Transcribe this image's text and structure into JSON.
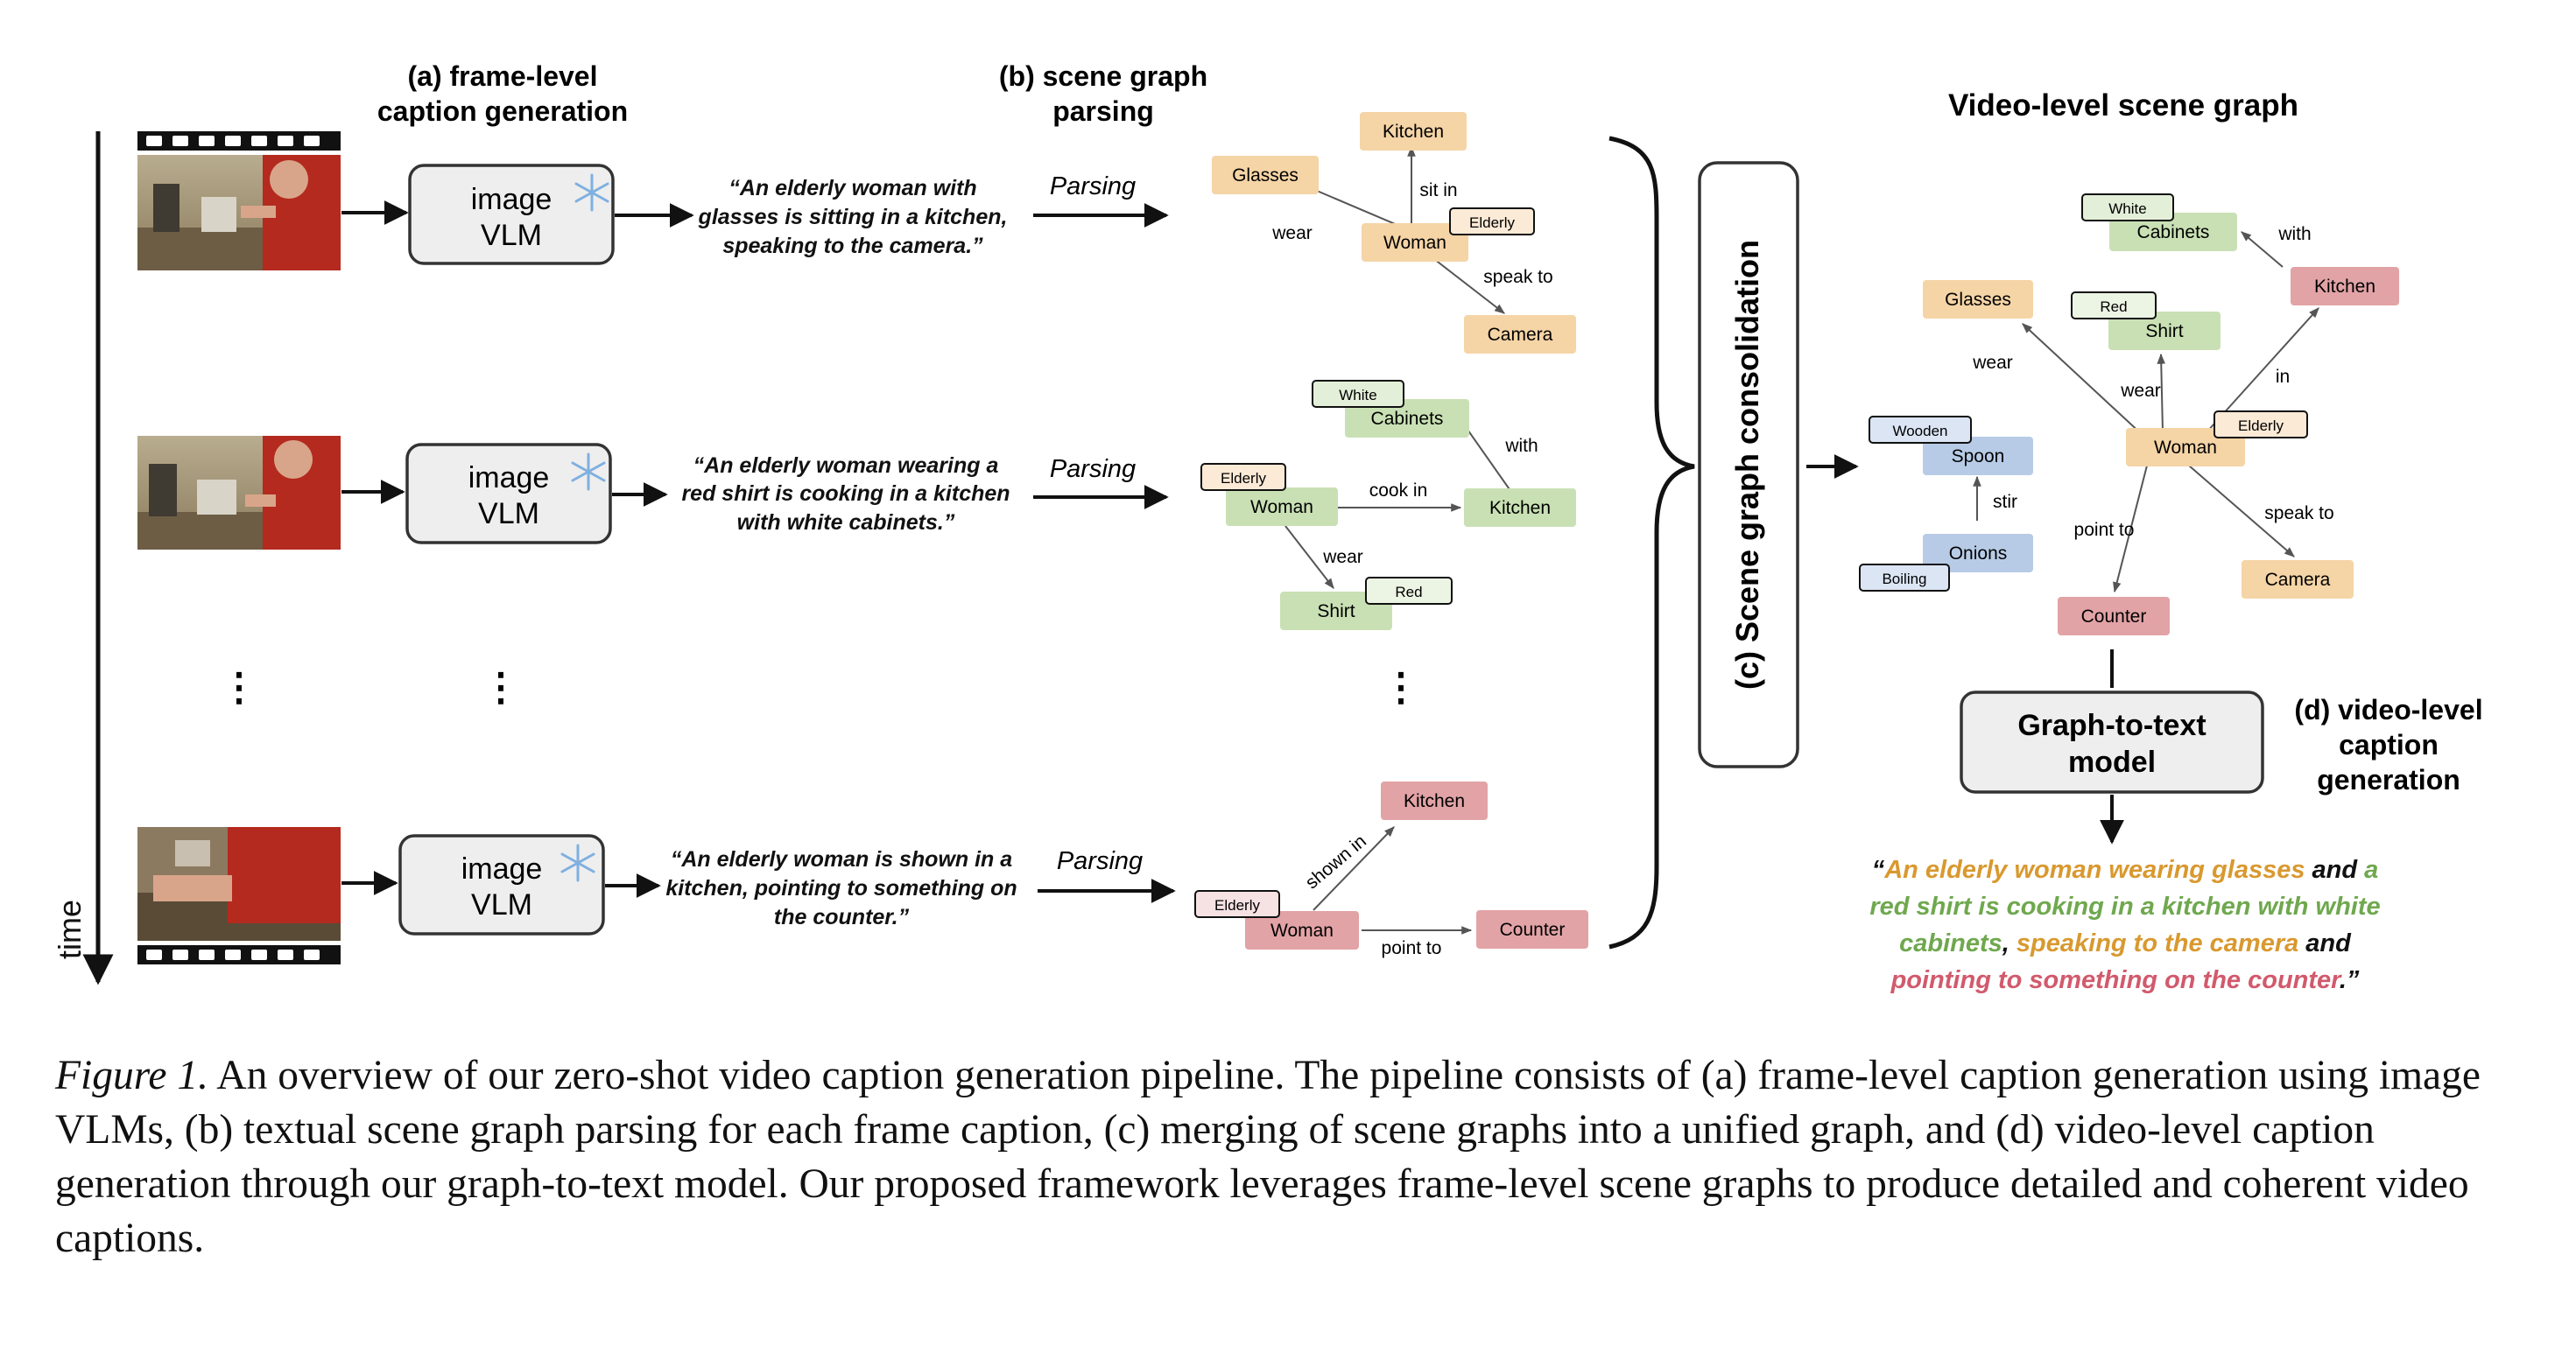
{
  "column_titles": {
    "a_line1": "(a) frame-level",
    "a_line2": "caption generation",
    "b_line1": "(b) scene graph",
    "b_line2": "parsing",
    "c": "(c) Scene graph consolidation",
    "video_graph": "Video-level scene graph",
    "d_line1": "(d) video-level",
    "d_line2": "caption",
    "d_line3": "generation"
  },
  "time_label": "time",
  "ellipsis": "⋮",
  "vlm": {
    "line1": "image",
    "line2": "VLM",
    "frozen_icon": "snowflake-icon"
  },
  "parsing_label": "Parsing",
  "frames": [
    {
      "caption_lines": [
        "“An elderly woman with",
        "glasses is sitting in a kitchen,",
        "speaking to the camera.”"
      ]
    },
    {
      "caption_lines": [
        "“An elderly woman wearing a",
        "red shirt is cooking in a kitchen",
        "with white cabinets.”"
      ]
    },
    {
      "caption_lines": [
        "“An elderly woman is shown in a",
        "kitchen, pointing to something on",
        "the counter.”"
      ]
    }
  ],
  "graph1": {
    "nodes": {
      "glasses": "Glasses",
      "kitchen": "Kitchen",
      "woman": "Woman",
      "camera": "Camera"
    },
    "attrs": {
      "elderly": "Elderly"
    },
    "edges": {
      "wear": "wear",
      "sit_in": "sit in",
      "speak_to": "speak to"
    }
  },
  "graph2": {
    "nodes": {
      "cabinets": "Cabinets",
      "woman": "Woman",
      "kitchen": "Kitchen",
      "shirt": "Shirt"
    },
    "attrs": {
      "white": "White",
      "elderly": "Elderly",
      "red": "Red"
    },
    "edges": {
      "with": "with",
      "cook_in": "cook in",
      "wear": "wear"
    }
  },
  "graph3": {
    "nodes": {
      "kitchen": "Kitchen",
      "woman": "Woman",
      "counter": "Counter"
    },
    "attrs": {
      "elderly": "Elderly"
    },
    "edges": {
      "shown_in": "shown in",
      "point_to": "point to"
    }
  },
  "video_graph": {
    "nodes": {
      "cabinets": "Cabinets",
      "glasses": "Glasses",
      "shirt": "Shirt",
      "kitchen": "Kitchen",
      "spoon": "Spoon",
      "woman": "Woman",
      "onions": "Onions",
      "camera": "Camera",
      "counter": "Counter"
    },
    "attrs": {
      "white": "White",
      "red": "Red",
      "wooden": "Wooden",
      "elderly": "Elderly",
      "boiling": "Boiling"
    },
    "edges": {
      "with": "with",
      "wear1": "wear",
      "wear2": "wear",
      "in": "in",
      "stir": "stir",
      "point_to": "point to",
      "speak_to": "speak to"
    }
  },
  "graph_to_text": {
    "line1": "Graph-to-text",
    "line2": "model"
  },
  "final_caption": {
    "line1": [
      {
        "t": "“",
        "c": "black"
      },
      {
        "t": "An elderly woman wearing glasses",
        "c": "orange"
      },
      {
        "t": " and ",
        "c": "black"
      },
      {
        "t": "a",
        "c": "green"
      }
    ],
    "line2": [
      {
        "t": "red shirt is cooking in a kitchen with white",
        "c": "green"
      }
    ],
    "line3": [
      {
        "t": "cabinets",
        "c": "green"
      },
      {
        "t": ", ",
        "c": "black"
      },
      {
        "t": "speaking to the camera",
        "c": "orange"
      },
      {
        "t": " and",
        "c": "black"
      }
    ],
    "line4": [
      {
        "t": "pointing to something on the counter",
        "c": "red"
      },
      {
        "t": ".”",
        "c": "black"
      }
    ]
  },
  "figure_caption": {
    "label": "Figure 1.",
    "text": " An overview of our zero-shot video caption generation pipeline. The pipeline consists of (a) frame-level caption generation using image VLMs, (b) textual scene graph parsing for each frame caption, (c) merging of scene graphs into a unified graph, and (d) video-level caption generation through our graph-to-text model. Our proposed framework leverages frame-level scene graphs to produce detailed and coherent video captions."
  },
  "colors": {
    "orange_fill": "#f5d4a6",
    "green_fill": "#c9e0b4",
    "red_fill": "#e2a3a6",
    "blue_fill": "#b7cbe6",
    "orange_text": "#d9992f",
    "green_text": "#6fa84e",
    "red_text": "#d15a6c",
    "attr_white": "#e3efd8",
    "attr_elderly": "#fbead6",
    "attr_red": "#ecf4e4",
    "attr_blue": "#dbe5f4",
    "attr_pink": "#f6e1e3",
    "vlm_fill": "#eeeeee"
  }
}
